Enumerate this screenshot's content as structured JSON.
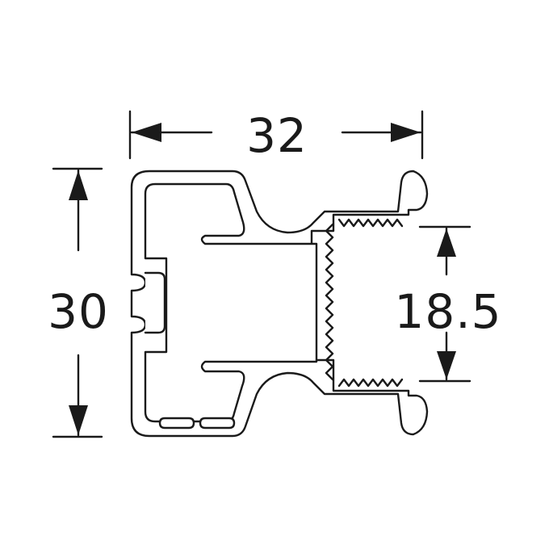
{
  "diagram": {
    "dimensions": {
      "width_label": "32",
      "height_label": "30",
      "opening_label": "18.5"
    },
    "colors": {
      "ink": "#1a1a1a",
      "background": "#ffffff"
    }
  }
}
